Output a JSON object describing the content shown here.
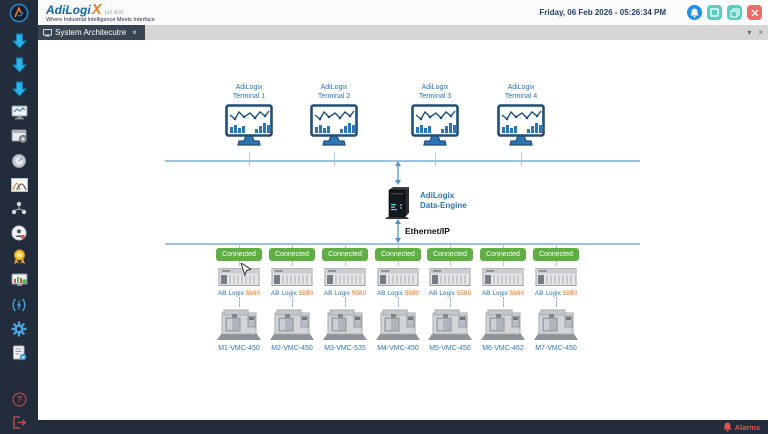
{
  "header": {
    "app_name": "AdiLogi",
    "app_name_accent": "X",
    "version": "(v2.4.0)",
    "tagline": "Where Industrial Intelligence Meets Interface",
    "datetime": "Friday, 06 Feb 2026 - 05:26:34 PM",
    "window_icons": [
      "notification-bell-icon",
      "maximize-icon",
      "restore-icon",
      "close-icon"
    ]
  },
  "tab_bar": {
    "active_tab": "System Architecutre",
    "tab_close_glyph": "×",
    "overflow_glyph": "▾",
    "close_all_glyph": "×"
  },
  "sidebar": {
    "icons": [
      "import-arrow-icon-1",
      "import-arrow-icon-2",
      "import-arrow-icon-3",
      "monitor-chart-icon",
      "window-gear-icon",
      "gauge-icon",
      "distribution-chart-icon",
      "hierarchy-icon",
      "user-badge-icon",
      "award-icon",
      "monitor-health-icon",
      "api-icon",
      "settings-gear-icon",
      "report-icon",
      "help-icon",
      "logout-icon"
    ]
  },
  "diagram": {
    "terminals": [
      {
        "line1": "AdiLogix",
        "line2": "Terminal 1"
      },
      {
        "line1": "AdiLogix",
        "line2": "Terminal 2"
      },
      {
        "line1": "AdiLogix",
        "line2": "Terminal 3"
      },
      {
        "line1": "AdiLogix",
        "line2": "Terminal 4"
      }
    ],
    "engine": {
      "line1": "AdiLogix",
      "line2": "Data-Engine"
    },
    "protocol": "Ethernet/IP",
    "nodes": [
      {
        "status": "Connected",
        "plc_name": "AB Logix",
        "plc_model": "5580",
        "machine_id": "M1-VMC-450"
      },
      {
        "status": "Connected",
        "plc_name": "AB Logix",
        "plc_model": "5580",
        "machine_id": "M2-VMC-450"
      },
      {
        "status": "Connected",
        "plc_name": "AB Logix",
        "plc_model": "5580",
        "machine_id": "M3-VMC-535"
      },
      {
        "status": "Connected",
        "plc_name": "AB Logix",
        "plc_model": "5580",
        "machine_id": "M4-VMC-450"
      },
      {
        "status": "Connected",
        "plc_name": "AB Logix",
        "plc_model": "5580",
        "machine_id": "M5-VMC-450"
      },
      {
        "status": "Connected",
        "plc_name": "AB Logix",
        "plc_model": "5580",
        "machine_id": "M6-VMC-462"
      },
      {
        "status": "Connected",
        "plc_name": "AB Logix",
        "plc_model": "5580",
        "machine_id": "M7-VMC-450"
      }
    ]
  },
  "status_bar": {
    "alarms_label": "Alarms"
  },
  "colors": {
    "brand_blue": "#1666a8",
    "brand_orange": "#ee7c2b",
    "label_blue": "#2e75b6",
    "model_orange": "#e8762d",
    "connected_green": "#5fae46",
    "alarm_red": "#e05858",
    "sidebar_navy": "#222c3a",
    "line_blue": "#9cc2e2"
  }
}
